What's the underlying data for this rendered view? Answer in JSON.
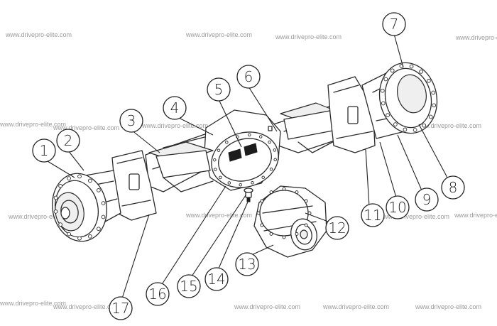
{
  "watermark": {
    "text": "www.drivepro-elite.com",
    "color": "#9a9a9a"
  },
  "callouts": [
    {
      "label": "1"
    },
    {
      "label": "2"
    },
    {
      "label": "3"
    },
    {
      "label": "4"
    },
    {
      "label": "5"
    },
    {
      "label": "6"
    },
    {
      "label": "7"
    },
    {
      "label": "8"
    },
    {
      "label": "9"
    },
    {
      "label": "10"
    },
    {
      "label": "11"
    },
    {
      "label": "12"
    },
    {
      "label": "13"
    },
    {
      "label": "14"
    },
    {
      "label": "15"
    },
    {
      "label": "16"
    },
    {
      "label": "17"
    }
  ],
  "line_color": "#2a2a2a",
  "background": "#ffffff"
}
